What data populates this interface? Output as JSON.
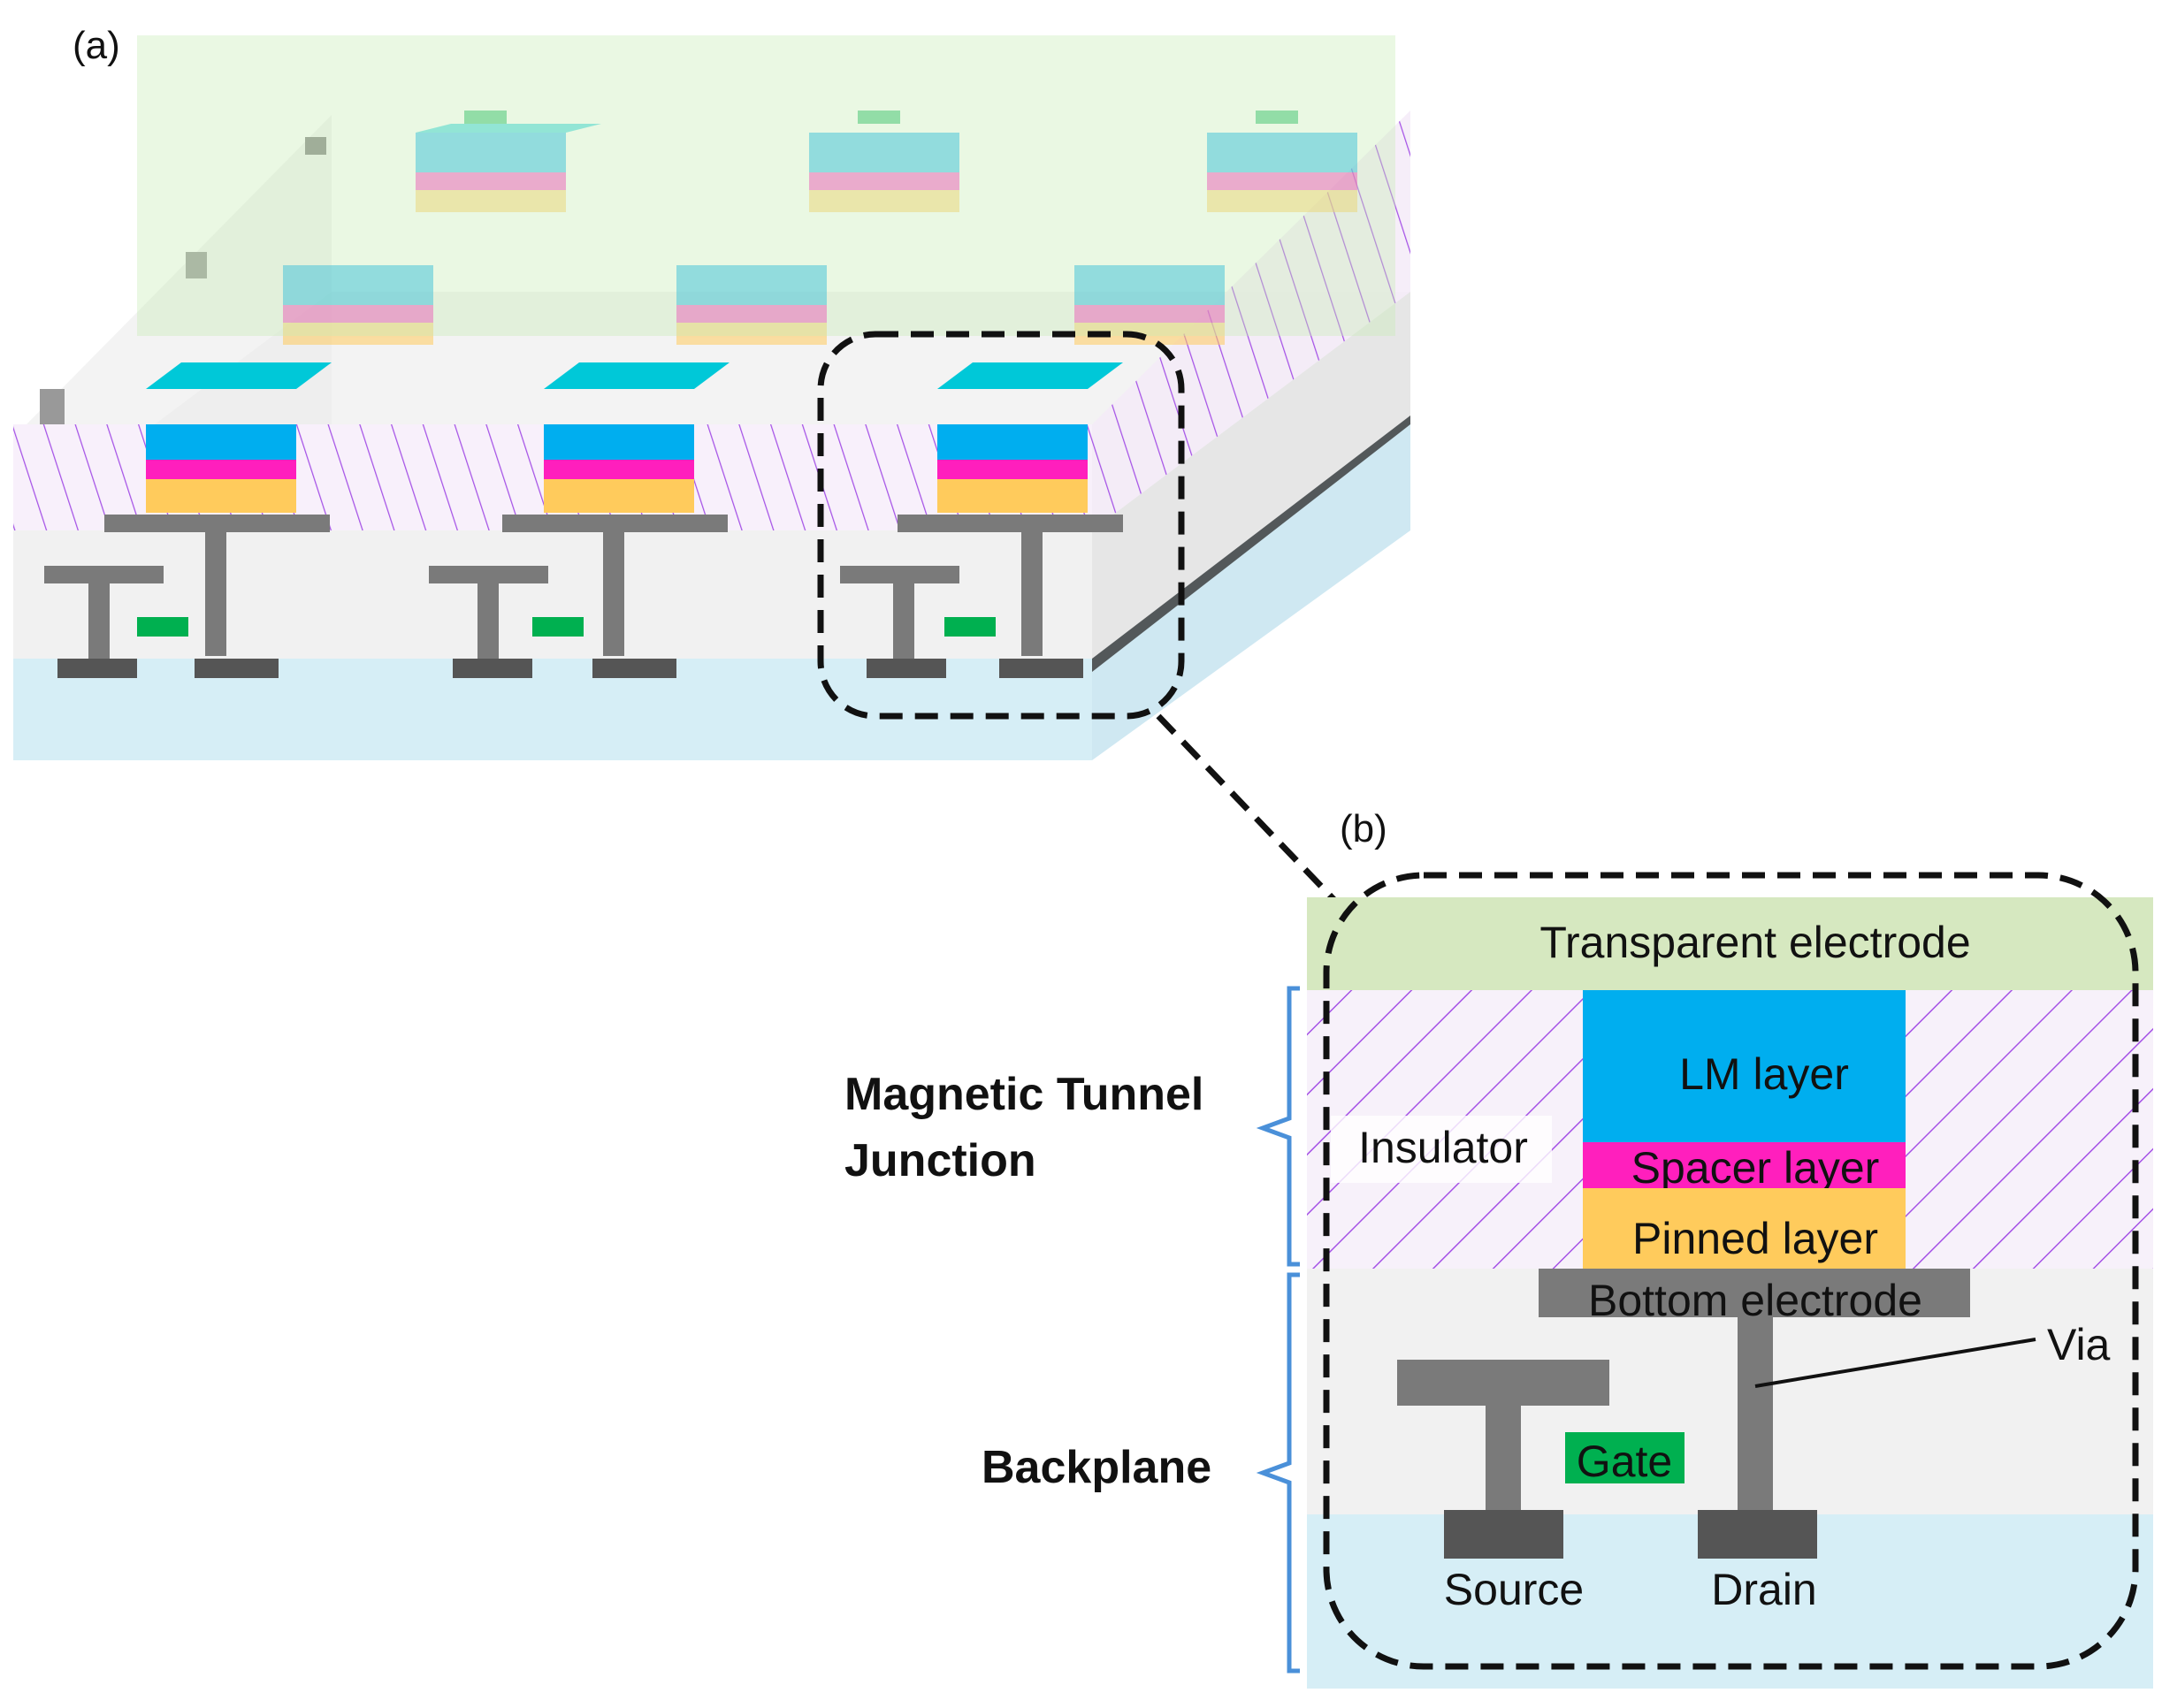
{
  "panels": {
    "a": "(a)",
    "b": "(b)"
  },
  "detail": {
    "transparent_electrode": "Transparent electrode",
    "insulator": "Insulator",
    "lm_layer": "LM layer",
    "spacer_layer": "Spacer layer",
    "pinned_layer": "Pinned layer",
    "bottom_electrode": "Bottom electrode",
    "via": "Via",
    "gate": "Gate",
    "source": "Source",
    "drain": "Drain"
  },
  "groups": {
    "mtj_line1": "Magnetic Tunnel",
    "mtj_line2": "Junction",
    "backplane": "Backplane"
  },
  "colors": {
    "transparent_electrode": "#d6e8c0",
    "lm_layer": "#00aeef",
    "lm_top": "#00c8d8",
    "spacer_layer": "#ff1fbd",
    "pinned_layer": "#ffcb5c",
    "insulator_hatch": "#a552e6",
    "backplane": "#f1f1f1",
    "substrate": "#d6eef6",
    "metal": "#7a7a7a",
    "metal_dark": "#555555",
    "gate": "#00b050",
    "bracket": "#4a90d9"
  }
}
